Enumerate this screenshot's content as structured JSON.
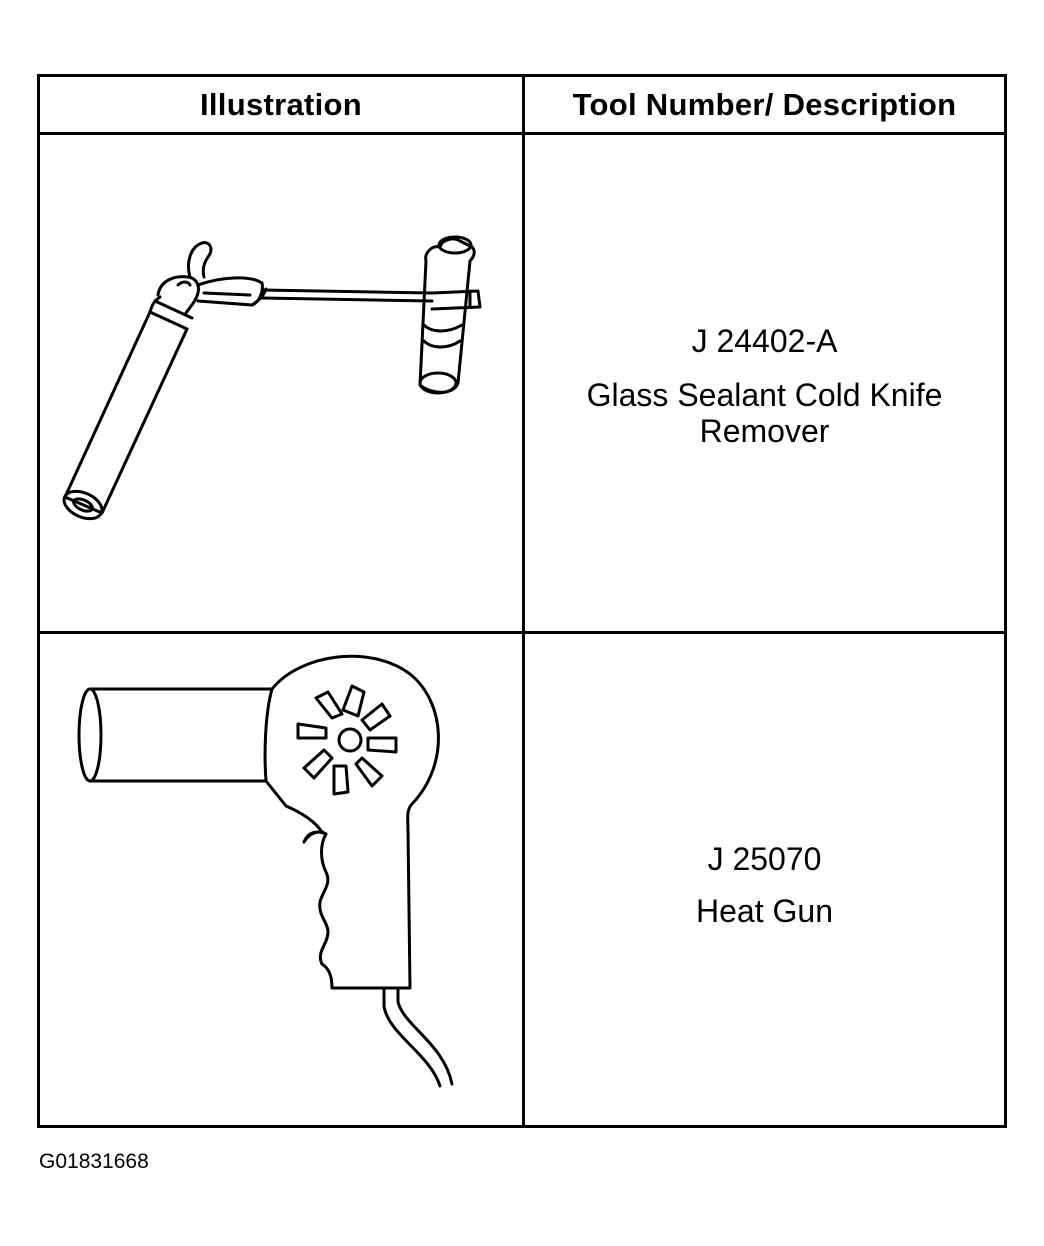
{
  "table": {
    "headers": {
      "illustration": "Illustration",
      "description": "Tool Number/ Description"
    },
    "rows": [
      {
        "tool_number": "J 24402-A",
        "description": "Glass Sealant Cold Knife Remover",
        "illustration_icon": "cold-knife-icon"
      },
      {
        "tool_number": "J 25070",
        "description": "Heat Gun",
        "illustration_icon": "heat-gun-icon"
      }
    ]
  },
  "figure_id": "G01831668"
}
